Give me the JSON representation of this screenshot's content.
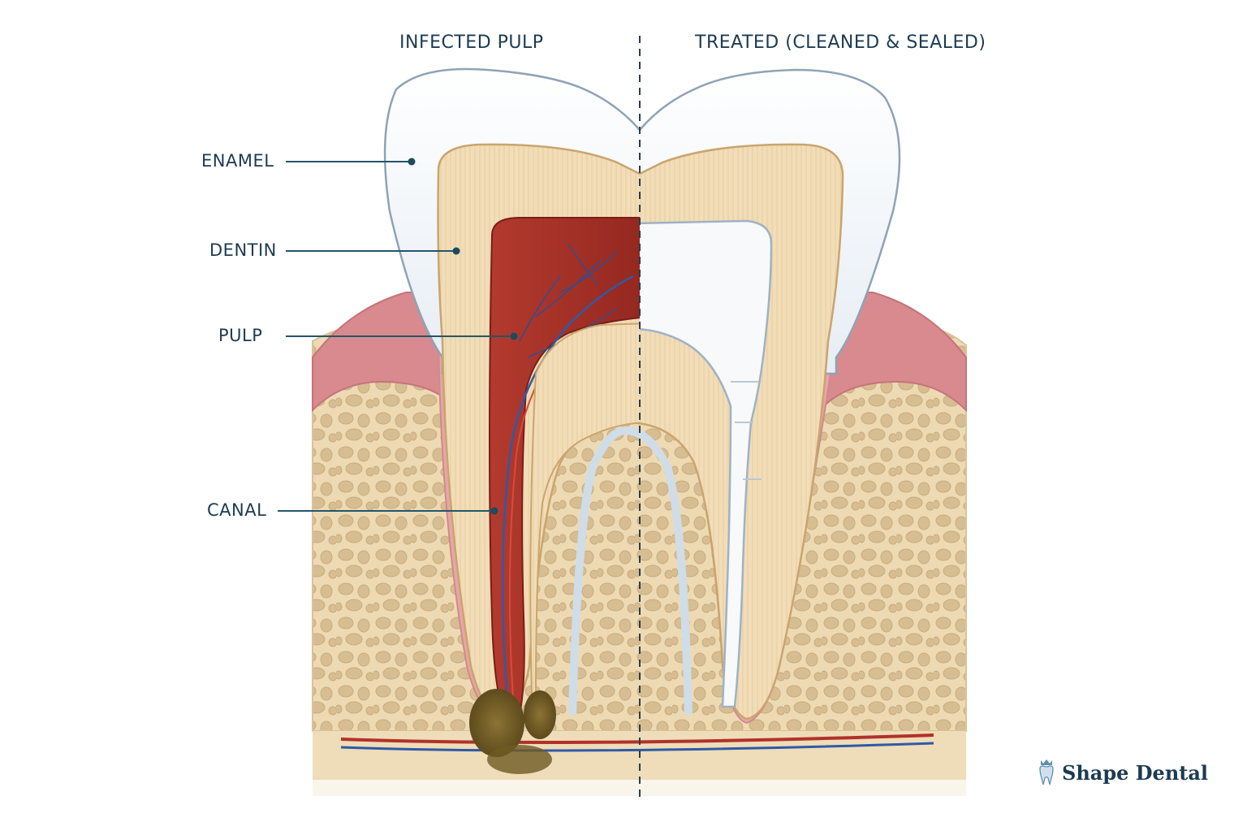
{
  "headings": {
    "left": "INFECTED PULP",
    "right": "TREATED (CLEANED & SEALED)"
  },
  "labels": {
    "enamel": "ENAMEL",
    "dentin": "DENTIN",
    "pulp": "PULP",
    "canal": "CANAL"
  },
  "brand": {
    "name": "Shape Dental",
    "icon": "tooth-icon"
  },
  "colors": {
    "label_text": "#1d3b52",
    "leader_line": "#24566a",
    "enamel": "#eef3f8",
    "dentin": "#f1dcb6",
    "pulp_infected": "#a8342a",
    "filling": "#f6f8fa",
    "gum": "#d98a8e",
    "bone": "#efdcb8",
    "bone_pores": "#d9c29a",
    "abscess": "#7a6328"
  }
}
